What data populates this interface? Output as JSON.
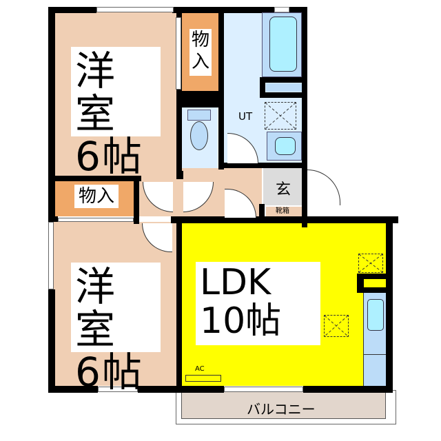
{
  "rooms": {
    "western_room_1": {
      "name": "洋室",
      "size": "6帖"
    },
    "western_room_2": {
      "name": "洋室",
      "size": "6帖"
    },
    "ldk": {
      "name": "LDK",
      "size": "10帖"
    },
    "closet_1": {
      "label": "物入"
    },
    "closet_1_chars": [
      "物",
      "入"
    ],
    "closet_2": {
      "label": "物入"
    },
    "utility": {
      "label": "UT"
    },
    "entrance": {
      "label": "玄"
    },
    "shoe_box": {
      "label": "靴箱"
    },
    "balcony": {
      "label": "バルコニー"
    },
    "ac": {
      "label": "AC"
    }
  },
  "colors": {
    "western_room": "#f0cfb4",
    "closet": "#f0a868",
    "wet_area": "#dcefff",
    "ldk": "#ffff00",
    "entrance": "#dcdcdc",
    "balcony": "#e2d6cc",
    "wall": "#000000"
  }
}
